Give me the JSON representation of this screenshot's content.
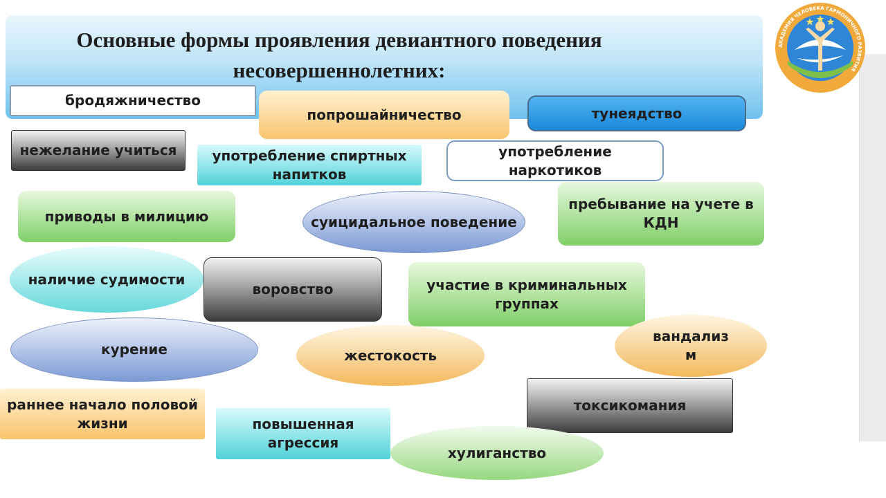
{
  "slide": {
    "title": "Основные формы проявления девиантного поведения несовершеннолетних:",
    "items": [
      "бродяжничество",
      "попрошайничество",
      "тунеядство",
      "нежелание учиться",
      "употребление спиртных напитков",
      "употребление наркотиков",
      "приводы в милицию",
      "суицидальное поведение",
      "пребывание на учете в КДН",
      "наличие судимости",
      "воровство",
      "участие в криминальных группах",
      "курение",
      "жестокость",
      "вандализ м",
      "раннее начало половой жизни",
      "токсикомания",
      "повышенная агрессия",
      "хулиганство"
    ]
  },
  "colors": {
    "banner": "#6fc2ee",
    "accent_orange": "#f8c46d",
    "accent_blue": "#1a88db",
    "accent_green": "#7fcf67",
    "accent_cyan": "#52d2d8",
    "accent_gray": "#3c3c3c"
  },
  "logo": {
    "icon": "institute-emblem-icon",
    "text": "АКАДЕМИЯ ЧЕЛОВЕКА ГАРМОНИЧНОГО РАЗВИТИЯ"
  }
}
